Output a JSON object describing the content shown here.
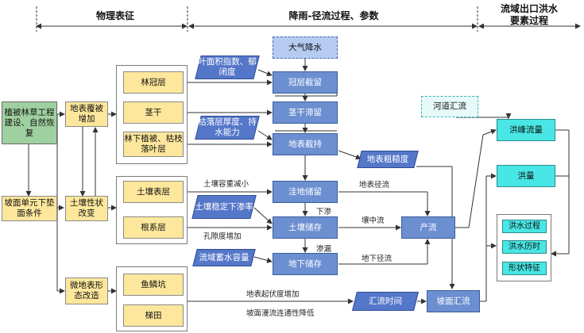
{
  "headers": {
    "physical": "物理表征",
    "process": "降雨-径流过程、参数",
    "outlet_line1": "流域出口洪水",
    "outlet_line2": "要素过程"
  },
  "left": {
    "restoration": "植被林草工程建设、自然恢复",
    "slope_unit": "坡面单元下垫面条件"
  },
  "mid": {
    "cover": "地表覆被增加",
    "soil_change": "土壤性状改变",
    "micro": "微地表形态改造"
  },
  "layers": {
    "canopy": "林冠层",
    "stem": "茎干",
    "understory": "林下植被、枯枝落叶层",
    "soil_surface": "土壤表层",
    "root": "根系层",
    "fish_pit": "鱼鳞坑",
    "terrace": "梯田"
  },
  "params": {
    "lai": "叶面积指数、郁闭度",
    "litter": "枯落层厚度、持水能力",
    "stability": "土壤稳定下渗率",
    "storage_capacity": "流域蓄水容量",
    "roughness": "地表粗糙度",
    "confluence_time": "汇流时间"
  },
  "process": {
    "rain": "大气降水",
    "canopy_intercept": "冠层截留",
    "stem_retention": "茎干滞留",
    "surface_intercept": "地表截持",
    "depression": "洼地储留",
    "soil_storage": "土壤储存",
    "groundwater_storage": "地下储存",
    "runoff": "产流",
    "slope_confluence": "坡面汇流"
  },
  "outlet": {
    "channel": "河道汇流",
    "peak": "洪峰流量",
    "volume": "洪量",
    "hydrograph": "洪水过程",
    "duration": "洪水历时",
    "shape": "形状特征"
  },
  "labels": {
    "bulk_density": "土壤容重减小",
    "porosity": "孔隙度增加",
    "surface_runoff": "地表径流",
    "infiltration": "下渗",
    "interflow": "壤中流",
    "percolation": "渗漏",
    "baseflow": "地下径流",
    "relief": "地表起伏度增加",
    "connectivity": "坡面漫流连通性降低"
  }
}
